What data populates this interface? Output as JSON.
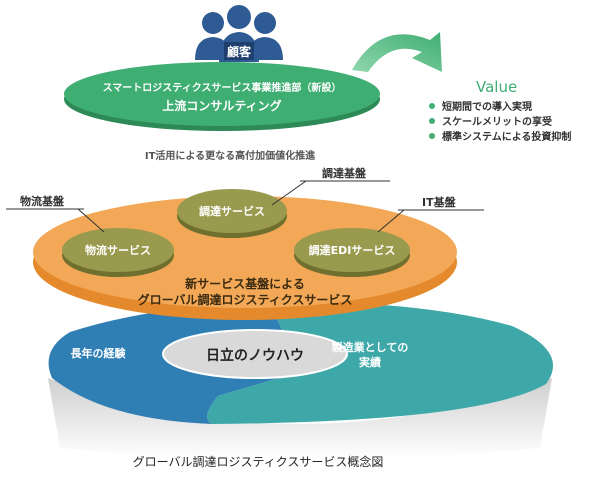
{
  "customer": {
    "label": "顧客",
    "icon": "people-group-icon"
  },
  "top_oval": {
    "line1": "スマートロジスティクスサービス事業推進部（新設）",
    "line2": "上流コンサルティング",
    "color": "#3fae72"
  },
  "it_caption": "IT活用による更なる高付加価値化推進",
  "value": {
    "title": "Value",
    "color": "#4caf7a",
    "items": [
      "短期間での導入実現",
      "スケールメリットの享受",
      "標準システムによる投資抑制"
    ]
  },
  "bases": {
    "procurement": "調達基盤",
    "logistics": "物流基盤",
    "it": "IT基盤"
  },
  "middle_platform": {
    "services": [
      "調達サービス",
      "物流サービス",
      "調達EDIサービス"
    ],
    "center_line1": "新サービス基盤による",
    "center_line2": "グローバル調達ロジスティクスサービス",
    "color": "#f0a04a",
    "service_color": "#9a9a4e"
  },
  "bottom_platform": {
    "left": "長年の経験",
    "center": "日立のノウハウ",
    "right_line1": "製造業としての",
    "right_line2": "実績",
    "left_color": "#2f7fb5",
    "right_color": "#3ea8a8"
  },
  "caption": "グローバル調達ロジスティクスサービス概念図"
}
